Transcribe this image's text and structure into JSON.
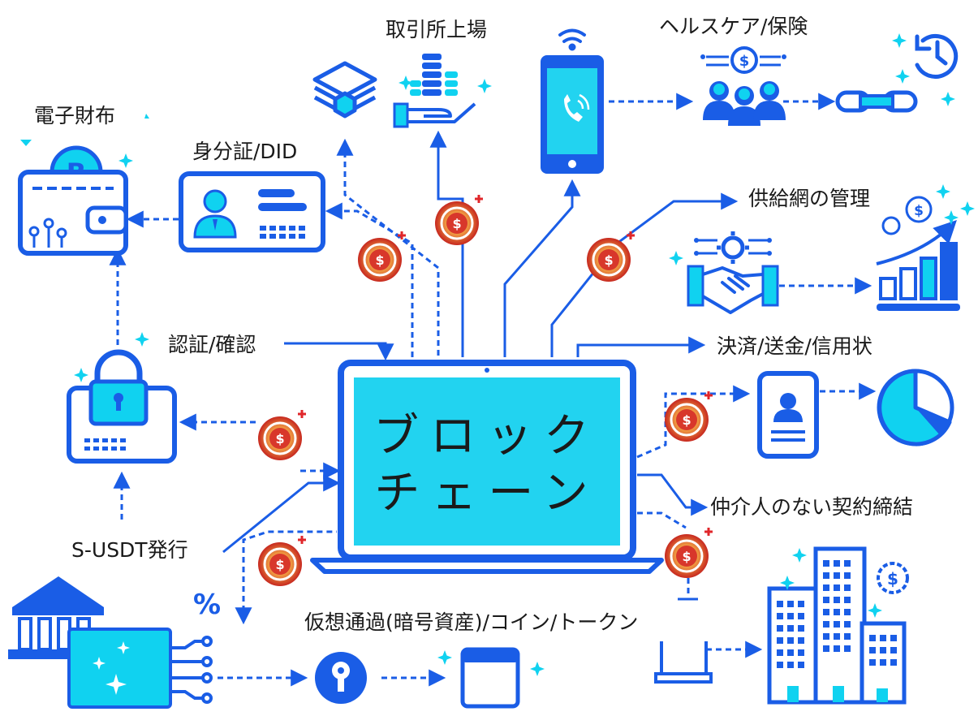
{
  "colors": {
    "blue": "#1a5de6",
    "cyan": "#10d2f0",
    "dark_blue": "#0f3fb8",
    "screen": "#22d3f0",
    "token_red": "#d8372b",
    "token_orange": "#f09a2a"
  },
  "center": {
    "line1": "ブロック",
    "line2": "チェーン"
  },
  "labels": {
    "exchange": "取引所上場",
    "healthcare": "ヘルスケア/保険",
    "wallet": "電子財布",
    "identity": "身分証/DID",
    "supply_chain": "供給網の管理",
    "auth": "認証/確認",
    "payment": "決済/送金/信用状",
    "contract": "仲介人のない契約締結",
    "issuance": "S-USDT発行",
    "crypto": "仮想通過(暗号資産)/コイン/トークン",
    "percent": "%"
  },
  "icons": [
    "blocks-icon",
    "coin-stack-hand-icon",
    "smartphone-icon",
    "wifi-icon",
    "people-money-icon",
    "chain-link-icon",
    "clock-icon",
    "wallet-bitcoin-icon",
    "id-card-icon",
    "handshake-icon",
    "growth-chart-icon",
    "padlock-icon",
    "laptop-icon",
    "document-user-icon",
    "pie-chart-icon",
    "bank-icon",
    "circuit-card-icon",
    "key-circle-icon",
    "browser-window-icon",
    "router-icon",
    "buildings-icon",
    "token-coin-icon"
  ]
}
